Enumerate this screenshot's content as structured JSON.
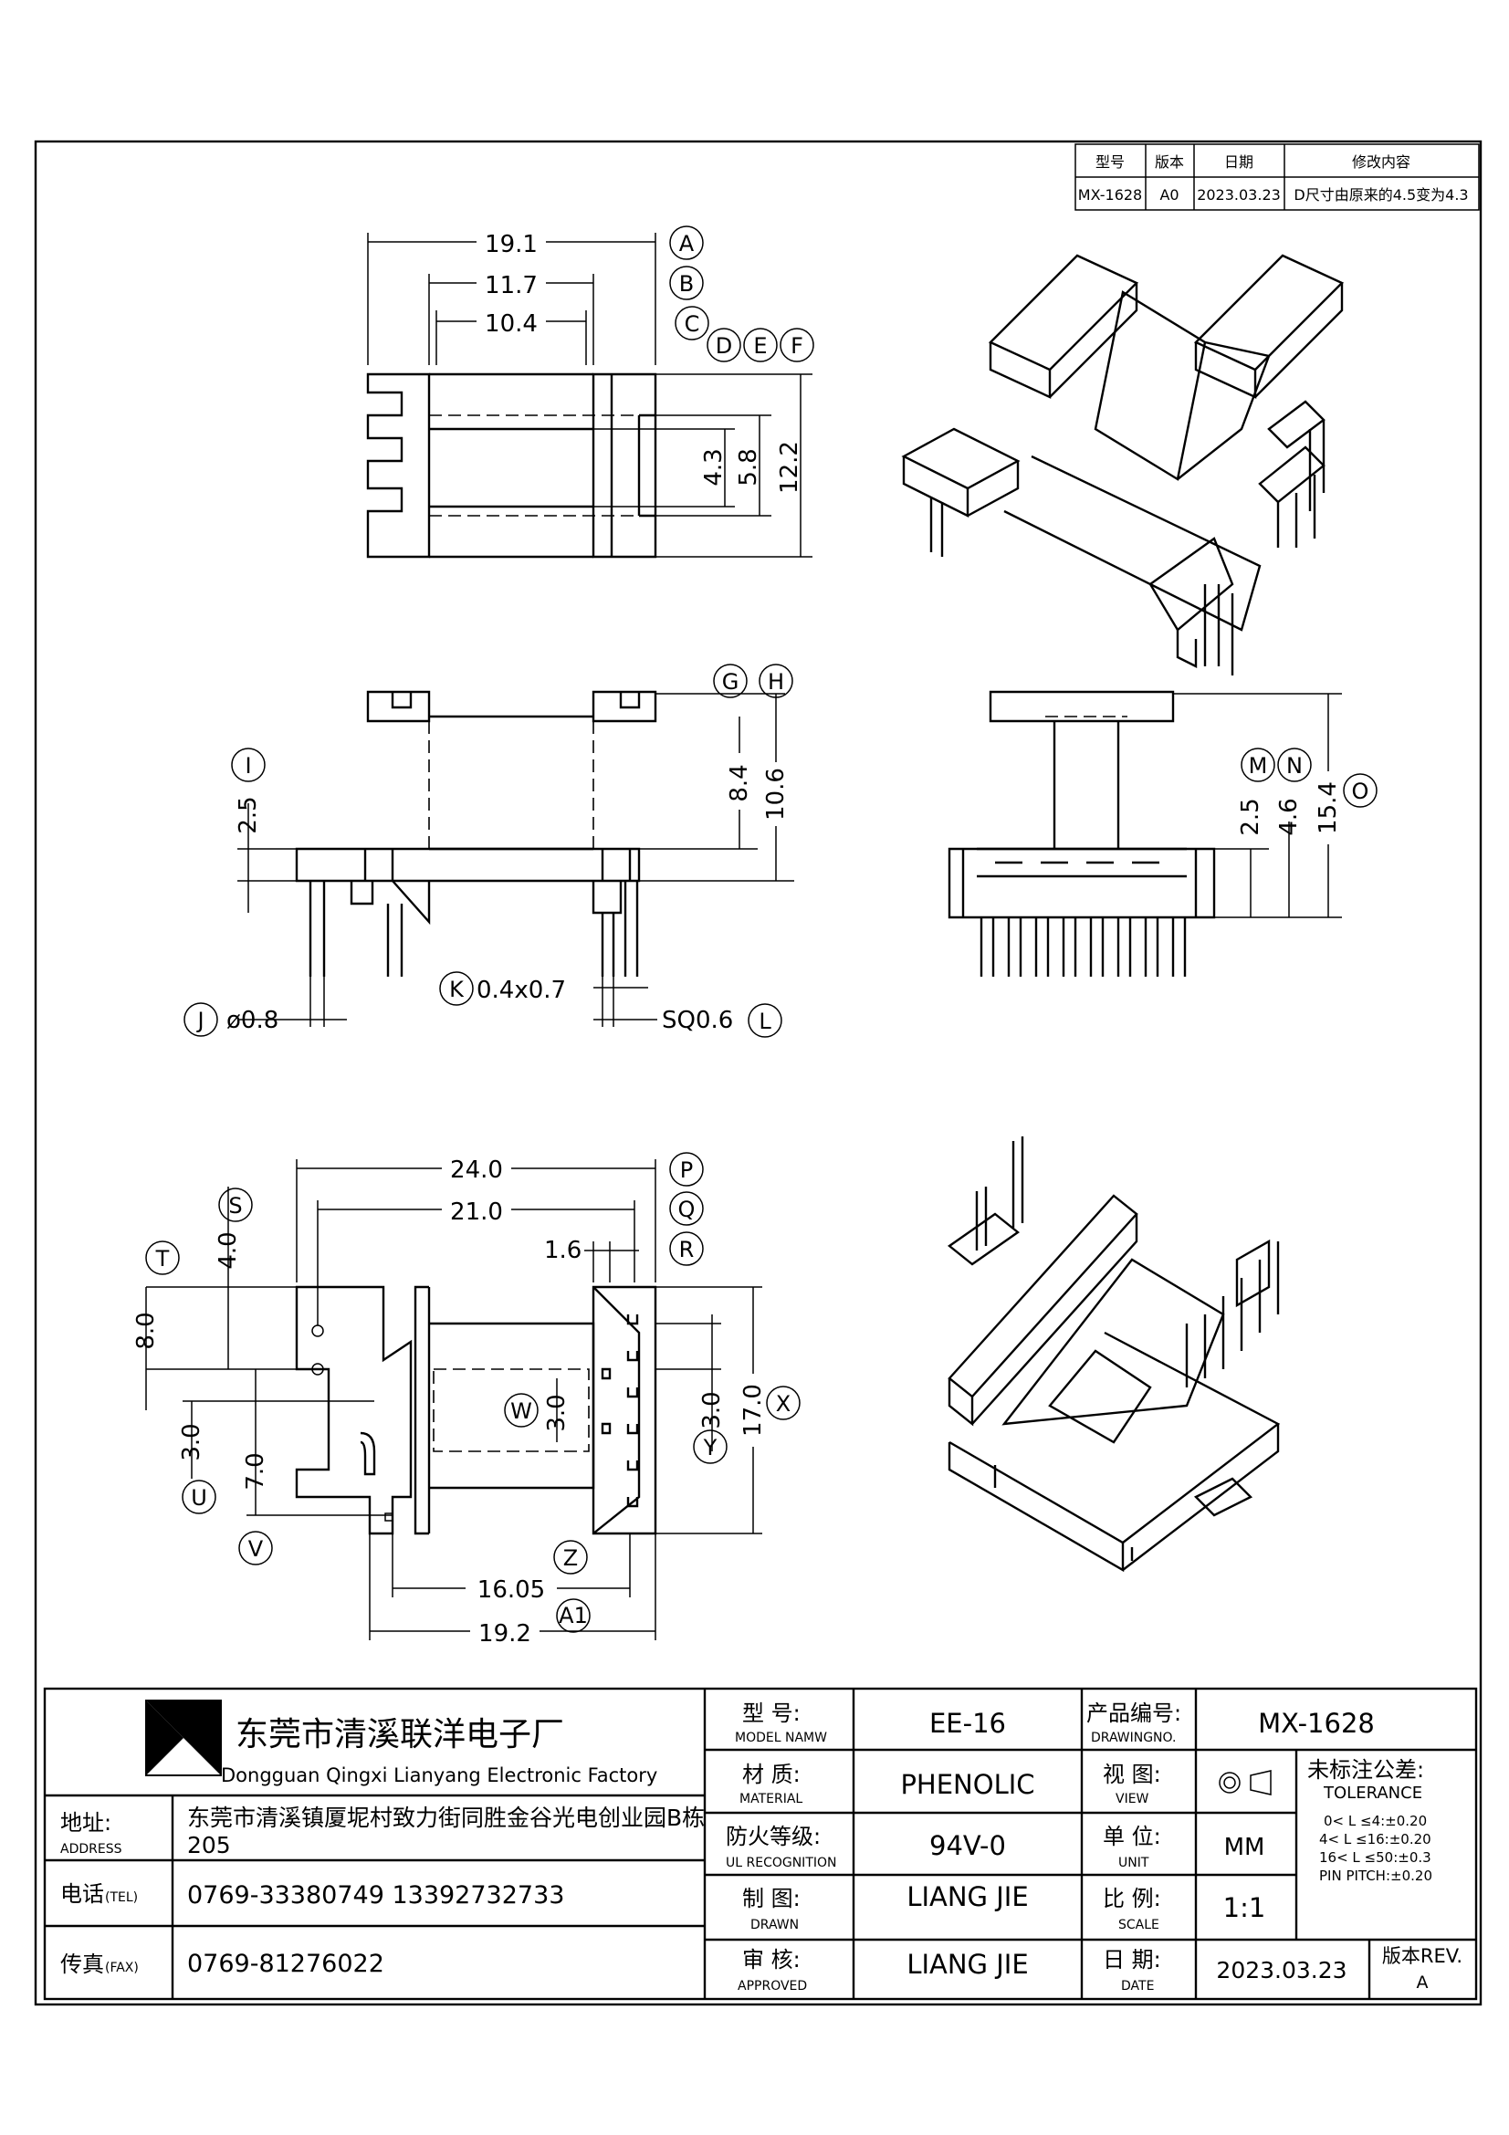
{
  "revision_table": {
    "headers": [
      "型号",
      "版本",
      "日期",
      "修改内容"
    ],
    "row": [
      "MX-1628",
      "A0",
      "2023.03.23",
      "D尺寸由原来的4.5变为4.3"
    ]
  },
  "top_view": {
    "dims": [
      "19.1",
      "11.7",
      "10.4",
      "4.3",
      "5.8",
      "12.2"
    ],
    "markers": [
      "A",
      "B",
      "C",
      "D",
      "E",
      "F"
    ]
  },
  "side_view": {
    "dims": [
      "8.4",
      "10.6",
      "2.5",
      "ø0.8",
      "0.4x0.7",
      "SQ0.6"
    ],
    "markers": [
      "G",
      "H",
      "I",
      "J",
      "K",
      "L"
    ]
  },
  "end_view": {
    "dims": [
      "2.5",
      "4.6",
      "15.4"
    ],
    "markers": [
      "M",
      "N",
      "O"
    ]
  },
  "bottom_view": {
    "dims": [
      "24.0",
      "21.0",
      "1.6",
      "4.0",
      "8.0",
      "3.0",
      "7.0",
      "3.0",
      "3.0",
      "17.0",
      "16.05",
      "19.2"
    ],
    "markers": [
      "P",
      "Q",
      "R",
      "S",
      "T",
      "U",
      "V",
      "W",
      "X",
      "Y",
      "Z",
      "A1"
    ]
  },
  "title_block": {
    "company_cn": "东莞市清溪联洋电子厂",
    "company_en": "Dongguan Qingxi Lianyang Electronic Factory",
    "address_label": "地址:",
    "address_label_en": "ADDRESS",
    "address": "东莞市清溪镇厦坭村致力街同胜金谷光电创业园B栋",
    "address_line2": "205",
    "tel_label": "电话",
    "tel_label_en": "(TEL)",
    "tel": "0769-33380749   13392732733",
    "fax_label": "传真",
    "fax_label_en": "(FAX)",
    "fax": "0769-81276022",
    "model_label": "型 号:",
    "model_label_en": "MODEL NAMW",
    "model": "EE-16",
    "drawing_no_label": "产品编号:",
    "drawing_no_label_en": "DRAWINGNO.",
    "drawing_no": "MX-1628",
    "material_label": "材 质:",
    "material_label_en": "MATERIAL",
    "material": "PHENOLIC",
    "view_label": "视 图:",
    "view_label_en": "VIEW",
    "tolerance_label": "未标注公差:",
    "tolerance_label_en": "TOLERANCE",
    "tolerance_lines": [
      "0< L ≤4:±0.20",
      "4< L ≤16:±0.20",
      "16< L ≤50:±0.3",
      "PIN PITCH:±0.20"
    ],
    "flame_label": "防火等级:",
    "flame_label_en": "UL RECOGNITION",
    "flame": "94V-0",
    "unit_label": "单 位:",
    "unit_label_en": "UNIT",
    "unit": "MM",
    "drawn_label": "制 图:",
    "drawn_label_en": "DRAWN",
    "drawn": "LIANG JIE",
    "scale_label": "比 例:",
    "scale_label_en": "SCALE",
    "scale": "1:1",
    "approved_label": "审 核:",
    "approved_label_en": "APPROVED",
    "approved": "LIANG JIE",
    "date_label": "日 期:",
    "date_label_en": "DATE",
    "date": "2023.03.23",
    "rev_label": "版本REV.",
    "rev": "A"
  }
}
